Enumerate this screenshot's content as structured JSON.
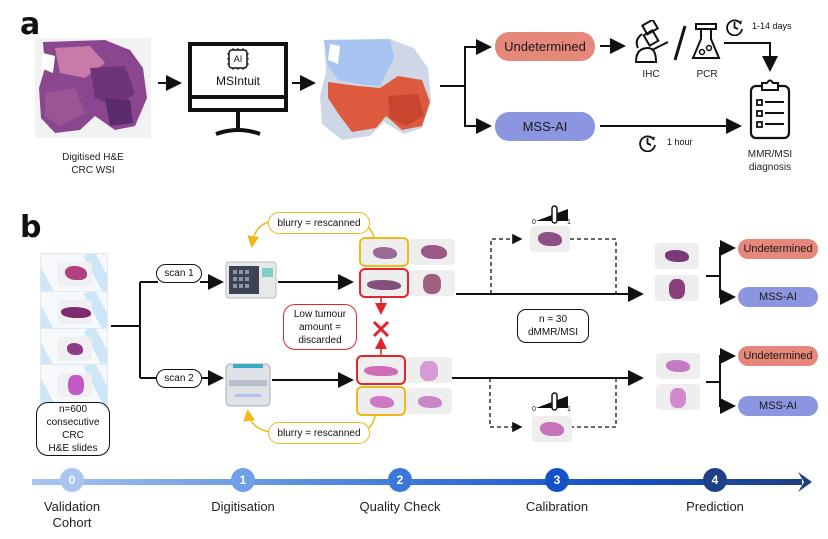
{
  "panel_a": {
    "letter": "a",
    "wsi_caption": [
      "Digitised H&E",
      "CRC WSI"
    ],
    "model": {
      "chip_label": "AI",
      "name": "MSIntuit",
      "icon": "monitor-icon"
    },
    "outputs": {
      "undetermined": "Undetermined",
      "mss_ai": "MSS-AI"
    },
    "tests": {
      "ihc": "IHC",
      "pcr": "PCR",
      "ihc_icon": "microscope-icon",
      "pcr_icon": "flask-icon"
    },
    "times": {
      "slow": "1-14 days",
      "fast": "1 hour"
    },
    "diagnosis": {
      "lines": [
        "MMR/MSI",
        "diagnosis"
      ],
      "icon": "clipboard-icon"
    },
    "colors": {
      "undetermined": "#e5877a",
      "mss_ai": "#8b95e0"
    }
  },
  "panel_b": {
    "letter": "b",
    "cohort": [
      "n=600",
      "consecutive",
      "CRC",
      "H&E slides"
    ],
    "scan1": "scan 1",
    "scan2": "scan 2",
    "rescan_top": "blurry = rescanned",
    "rescan_bottom": "blurry = rescanned",
    "discard": [
      "Low tumour",
      "amount =",
      "discarded"
    ],
    "calibration_box": [
      "n = 30",
      "dMMR/MSI"
    ],
    "slider": {
      "min": "0",
      "max": "1"
    },
    "outputs": {
      "top_undetermined": "Undetermined",
      "top_mss_ai": "MSS-AI",
      "bottom_undetermined": "Undetermined",
      "bottom_mss_ai": "MSS-AI"
    },
    "colors": {
      "rescan": "#f0b81d",
      "discard": "#e0262a"
    }
  },
  "timeline": {
    "steps": [
      {
        "num": "0",
        "label": [
          "Validation",
          "Cohort"
        ],
        "color": "#a9c6f2"
      },
      {
        "num": "1",
        "label": [
          "Digitisation"
        ],
        "color": "#6f9fe6"
      },
      {
        "num": "2",
        "label": [
          "Quality Check"
        ],
        "color": "#3b77d8"
      },
      {
        "num": "3",
        "label": [
          "Calibration"
        ],
        "color": "#1552c7"
      },
      {
        "num": "4",
        "label": [
          "Prediction"
        ],
        "color": "#1f3f86"
      }
    ]
  }
}
